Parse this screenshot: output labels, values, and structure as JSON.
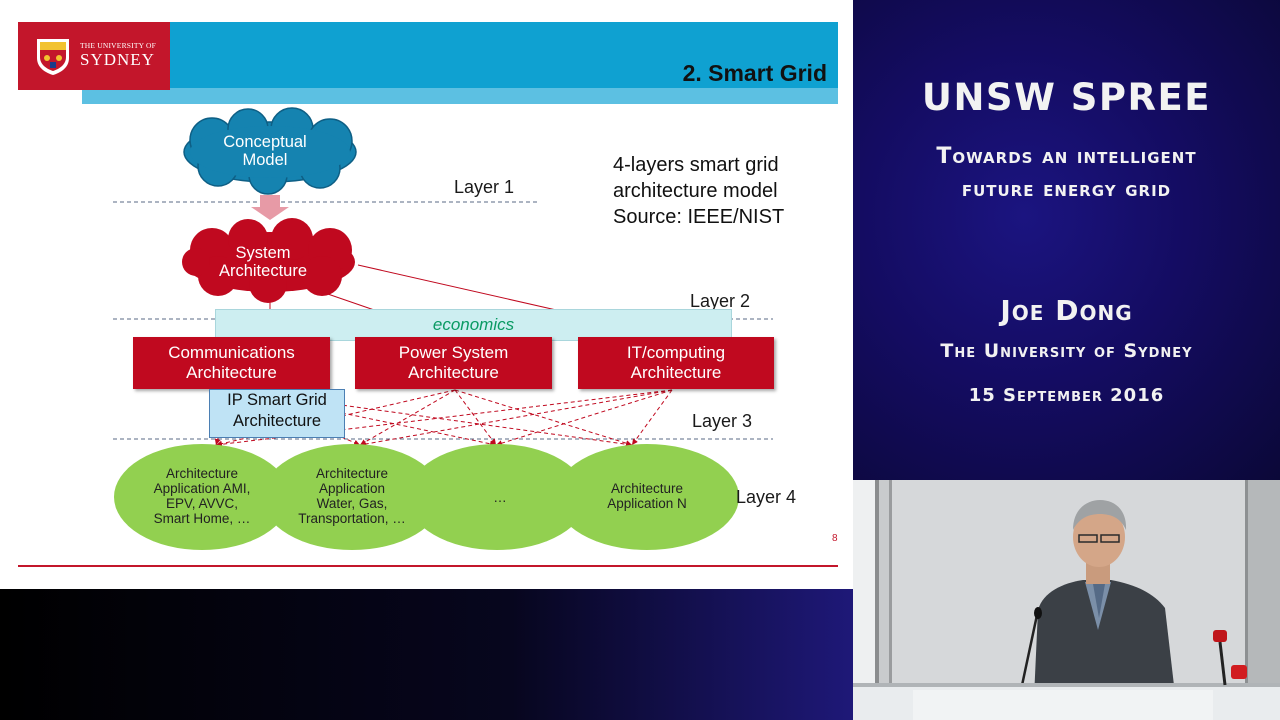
{
  "slide": {
    "logo": {
      "small_text": "THE UNIVERSITY OF",
      "big_text": "SYDNEY"
    },
    "title": "2. Smart Grid",
    "caption": [
      "4-layers smart grid",
      "architecture model",
      "Source: IEEE/NIST"
    ],
    "layers": [
      "Layer 1",
      "Layer 2",
      "Layer 3",
      "Layer 4"
    ],
    "clouds": {
      "conceptual": [
        "Conceptual",
        "Model"
      ],
      "system": [
        "System",
        "Architecture"
      ]
    },
    "economics": "economics",
    "architectures": [
      [
        "Communications",
        "Architecture"
      ],
      [
        "Power System",
        "Architecture"
      ],
      [
        "IT/computing",
        "Architecture"
      ]
    ],
    "ip_box": [
      "IP Smart Grid",
      "Architecture"
    ],
    "applications": [
      [
        "Architecture",
        "Application AMI,",
        "EPV, AVVC,",
        "Smart Home, …"
      ],
      [
        "Architecture",
        "Application",
        "Water, Gas,",
        "Transportation, …"
      ],
      [
        "…"
      ],
      [
        "Architecture",
        "Application N"
      ]
    ],
    "page_number": "8",
    "colors": {
      "brand_red": "#c3162b",
      "header_blue": "#0fa1d1",
      "ellipse_green": "#92d050",
      "cloud_blue": "#1583b0"
    }
  },
  "title_panel": {
    "event": "UNSW SPREE",
    "subtitle": [
      "Towards an intelligent",
      "future energy grid"
    ],
    "speaker": "Joe Dong",
    "affiliation": "The University of Sydney",
    "date": "15 September 2016"
  }
}
